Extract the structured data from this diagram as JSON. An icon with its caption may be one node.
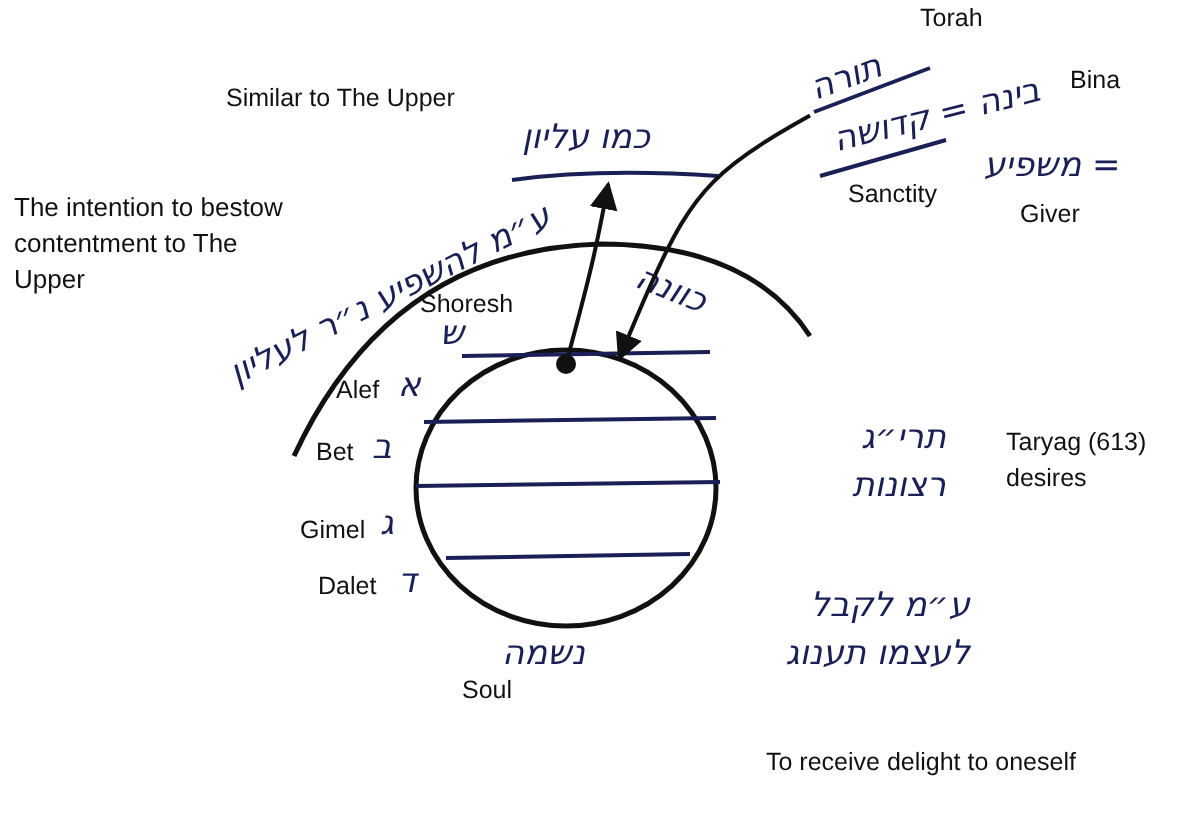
{
  "diagram": {
    "nodes": [
      {
        "text": [
          "כמו עליון"
        ],
        "beside": [
          "Similar to The Upper"
        ]
      },
      {
        "text": [
          "תורה"
        ],
        "beside": [
          "Torah"
        ]
      },
      {
        "text": [
          "נשמה",
          "Soul"
        ]
      },
      {
        "text": [],
        "shape": "circle",
        "in": 2
      }
    ],
    "edges": [
      {
        "from": 3,
        "to": 0,
        "arrow": "to"
      },
      {
        "from": 1,
        "to": 2,
        "arrow": "to"
      }
    ],
    "labels": [
      "The intention to bestow contentment to The Upper",
      "ע״מ להשפיע נ״ר לעליון",
      "כוונה",
      "Shoresh",
      "ש",
      "Alef",
      "א",
      "Bet",
      "ב",
      "Gimel",
      "ג",
      "Dalet",
      "ד",
      "בינה = קדושה",
      "Bina",
      "Sanctity",
      "= משפיע",
      "Giver",
      "תרי״ג רצונות",
      "Taryag (613) desires",
      "ע״מ לקבל לעצמו תענוג",
      "To receive delight to oneself"
    ]
  }
}
